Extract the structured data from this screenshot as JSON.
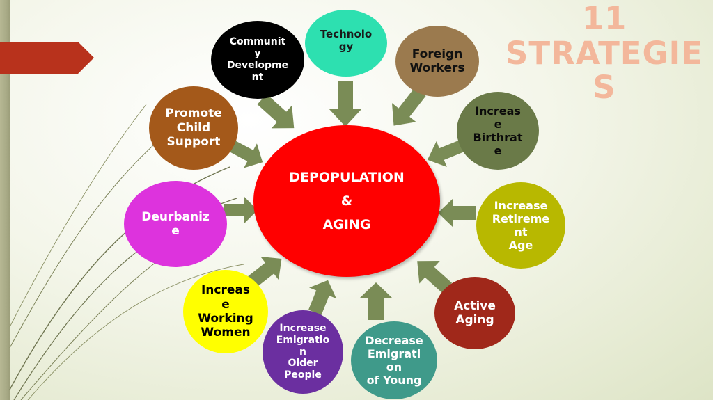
{
  "title_side": "11\nSTRATEGIE\nS",
  "center": {
    "line1": "DEPOPULATION",
    "line2": "&",
    "line3": "AGING",
    "color": "#ff0000"
  },
  "strategies": [
    {
      "label": "Communit\ny\nDevelopme\nnt",
      "color": "#000000"
    },
    {
      "label": "Technolo\ngy",
      "color": "#2de0b0"
    },
    {
      "label": "Foreign\nWorkers",
      "color": "#9b7a4e"
    },
    {
      "label": "Increas\ne\nBirthrat\ne",
      "color": "#6a7a48"
    },
    {
      "label": "Increase\nRetireme\nnt\nAge",
      "color": "#b8b800"
    },
    {
      "label": "Active\nAging",
      "color": "#a0281a"
    },
    {
      "label": "Decrease\nEmigrati\non\nof Young",
      "color": "#3f9a8a"
    },
    {
      "label": "Increase\nEmigratio\nn\nOlder\nPeople",
      "color": "#6b2fa0"
    },
    {
      "label": "Increas\ne\nWorking\nWomen",
      "color": "#ffff00"
    },
    {
      "label": "Deurbaniz\ne",
      "color": "#dd33dd"
    },
    {
      "label": "Promote\nChild\nSupport",
      "color": "#a4591a"
    }
  ],
  "colors": {
    "arrow": "#7a8c56",
    "title": "#f3b79b",
    "flag": "#b8321c"
  }
}
